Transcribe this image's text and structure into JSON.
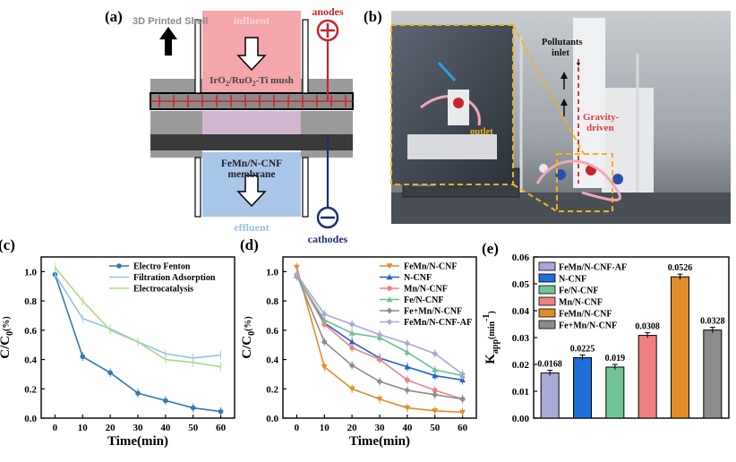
{
  "panel_a": {
    "label": "(a)",
    "shell": "3D Printed Shell",
    "influent": "influent",
    "mesh_main": "IrO",
    "mesh_sub1": "2",
    "mesh_mid": "/RuO",
    "mesh_sub2": "2",
    "mesh_end": "-Ti mush",
    "membrane1": "FeMn/N-CNF",
    "membrane2": "membrane",
    "effluent": "effluent",
    "anodes": "anodes",
    "cathodes": "cathodes",
    "colors": {
      "influent": "#f4a6aa",
      "effluent": "#a8c6e8",
      "anode": "#c3262c",
      "cathode": "#1d2f6f"
    }
  },
  "panel_b": {
    "label": "(b)",
    "inlet1": "Pollutants",
    "inlet2": "inlet",
    "gravity1": "Gravity-",
    "gravity2": "driven",
    "outlet": "outlet"
  },
  "chart_data": [
    {
      "panel": "(c)",
      "type": "line",
      "xlabel": "Time(min)",
      "ylabel_main": "C/C",
      "ylabel_sub": "0",
      "ylabel_end": "(%)",
      "xlim": [
        -5,
        65
      ],
      "ylim": [
        0,
        1.1
      ],
      "xticks": [
        "0",
        "10",
        "20",
        "30",
        "40",
        "50",
        "60"
      ],
      "yticks": [
        "0.0",
        "0.2",
        "0.4",
        "0.6",
        "0.8",
        "1.0"
      ],
      "x": [
        0,
        10,
        20,
        30,
        40,
        50,
        60
      ],
      "series": [
        {
          "name": "Electro Fenton",
          "color": "#2f78b5",
          "marker": "circle",
          "values": [
            0.98,
            0.42,
            0.31,
            0.17,
            0.12,
            0.07,
            0.045
          ]
        },
        {
          "name": "Filtration Adsorption",
          "color": "#8ec3e6",
          "marker": "none",
          "values": [
            0.98,
            0.68,
            0.61,
            0.52,
            0.44,
            0.41,
            0.43
          ]
        },
        {
          "name": "Electrocatalysis",
          "color": "#a7d98a",
          "marker": "none",
          "values": [
            1.03,
            0.8,
            0.6,
            0.52,
            0.4,
            0.38,
            0.35
          ]
        }
      ],
      "legend": "top-right"
    },
    {
      "panel": "(d)",
      "type": "line",
      "xlabel": "Time(min)",
      "ylabel_main": "C/C",
      "ylabel_sub": "0",
      "ylabel_end": "(%)",
      "xlim": [
        -5,
        65
      ],
      "ylim": [
        0,
        1.1
      ],
      "xticks": [
        "0",
        "10",
        "20",
        "30",
        "40",
        "50",
        "60"
      ],
      "yticks": [
        "0.0",
        "0.2",
        "0.4",
        "0.6",
        "0.8",
        "1.0"
      ],
      "x": [
        0,
        10,
        20,
        30,
        40,
        50,
        60
      ],
      "series": [
        {
          "name": "FeMn/N-CNF",
          "color": "#e08c2a",
          "marker": "triangle-down",
          "values": [
            1.03,
            0.35,
            0.2,
            0.13,
            0.07,
            0.05,
            0.04
          ]
        },
        {
          "name": "N-CNF",
          "color": "#1f5fd6",
          "marker": "triangle-up",
          "values": [
            0.97,
            0.65,
            0.52,
            0.41,
            0.35,
            0.29,
            0.26
          ]
        },
        {
          "name": "Mn/N-CNF",
          "color": "#f08080",
          "marker": "circle",
          "values": [
            0.97,
            0.64,
            0.48,
            0.4,
            0.26,
            0.19,
            0.13
          ]
        },
        {
          "name": "Fe/N-CNF",
          "color": "#6fbf8f",
          "marker": "triangle-up",
          "values": [
            0.97,
            0.67,
            0.58,
            0.55,
            0.45,
            0.33,
            0.29
          ]
        },
        {
          "name": "Fe+Mn/N-CNF",
          "color": "#8c8c8c",
          "marker": "diamond",
          "values": [
            0.98,
            0.52,
            0.36,
            0.25,
            0.19,
            0.16,
            0.13
          ]
        },
        {
          "name": "FeMn/N-CNF-AF",
          "color": "#a9a7d6",
          "marker": "diamond",
          "values": [
            0.98,
            0.71,
            0.64,
            0.57,
            0.51,
            0.44,
            0.3
          ]
        }
      ],
      "legend": "top-right"
    },
    {
      "panel": "(e)",
      "type": "bar",
      "ylabel_main": "K",
      "ylabel_sub": "app",
      "ylabel_end": "(min",
      "ylabel_sup": "-1",
      "ylabel_close": ")",
      "ylim": [
        0,
        0.06
      ],
      "yticks": [
        "0.00",
        "0.01",
        "0.02",
        "0.03",
        "0.04",
        "0.05",
        "0.06"
      ],
      "categories": [
        "FeMn/N-CNF-AF",
        "N-CNF",
        "Fe/N-CNF",
        "Mn/N-CNF",
        "FeMn/N-CNF",
        "Fe+Mn/N-CNF"
      ],
      "values": [
        0.0168,
        0.0225,
        0.019,
        0.0308,
        0.0526,
        0.0328
      ],
      "value_labels": [
        "0.0168",
        "0.0225",
        "0.019",
        "0.0308",
        "0.0526",
        "0.0328"
      ],
      "colors": [
        "#a9a9d6",
        "#1f6fd8",
        "#72c495",
        "#f08080",
        "#e08c2a",
        "#8c8c8c"
      ],
      "legend": "top-left"
    }
  ]
}
